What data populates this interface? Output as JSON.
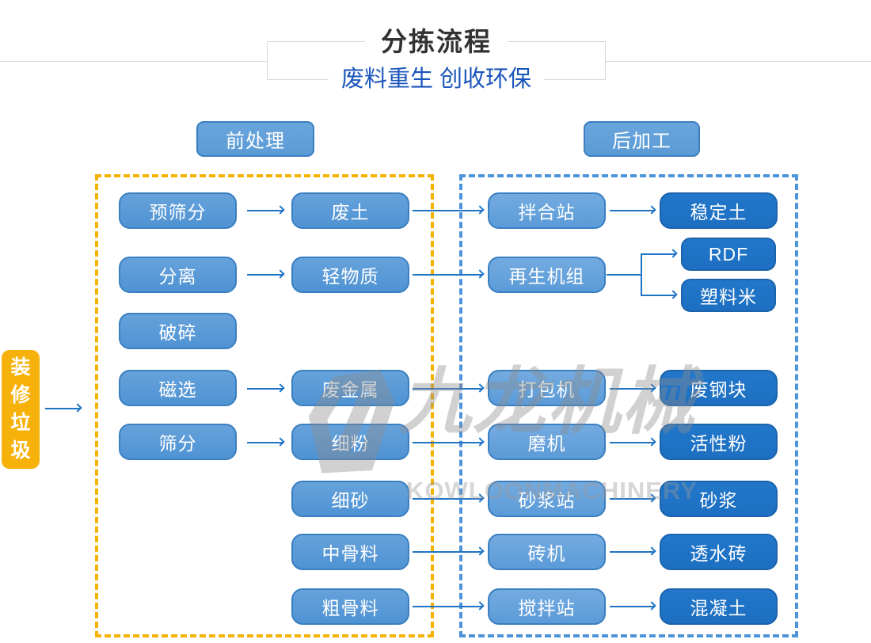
{
  "header": {
    "title": "分拣流程",
    "subtitle": "废料重生 创收环保"
  },
  "badges": {
    "pre": "前处理",
    "post": "后加工"
  },
  "source": {
    "label": "装修垃圾"
  },
  "watermark": {
    "cn": "九龙机械",
    "en": "KOWLOONMACHINERY"
  },
  "colors": {
    "title": "#333333",
    "subtitle": "#1b56bb",
    "box_blue": "#5b9bd5",
    "box_blue_light": "#69a5dd",
    "box_blue_dark": "#1d6fc1",
    "border_blue": "#3a7fc1",
    "dash_yellow": "#f5b301",
    "dash_blue": "#4e94db",
    "arrow": "#1f74c5",
    "source_yellow": "#f6b10b"
  },
  "flow": {
    "col1": [
      "预筛分",
      "分离",
      "破碎",
      "磁选",
      "筛分"
    ],
    "col2": [
      "废土",
      "轻物质",
      "废金属",
      "细粉",
      "细砂",
      "中骨料",
      "粗骨料"
    ],
    "col3": [
      "拌合站",
      "再生机组",
      "打包机",
      "磨机",
      "砂浆站",
      "砖机",
      "搅拌站"
    ],
    "col4": [
      "稳定土",
      "RDF",
      "塑料米",
      "废钢块",
      "活性粉",
      "砂浆",
      "透水砖",
      "混凝土"
    ]
  }
}
